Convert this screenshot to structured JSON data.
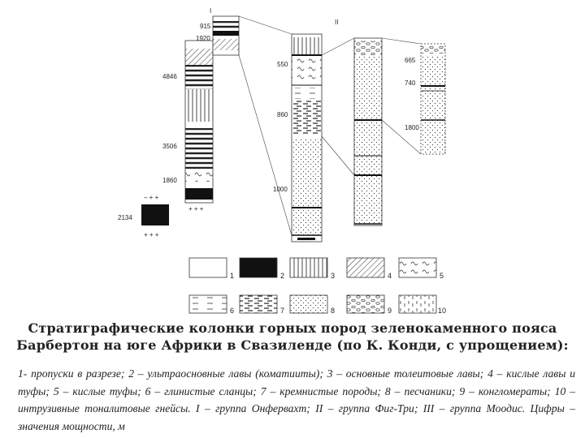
{
  "columns": {
    "col1": {
      "label": "I",
      "thicknesses": [
        "915",
        "1920",
        "4846",
        "3506",
        "1860"
      ],
      "basement_thickness": "2134"
    },
    "col2": {
      "label": "II",
      "thicknesses": [
        "550",
        "860",
        "1000"
      ]
    },
    "col3": {
      "thicknesses": [
        "665",
        "740",
        "1800"
      ]
    },
    "cross_mark": "+ + +"
  },
  "legend": {
    "items": [
      {
        "num": "1"
      },
      {
        "num": "2"
      },
      {
        "num": "3"
      },
      {
        "num": "4"
      },
      {
        "num": "5"
      },
      {
        "num": "6"
      },
      {
        "num": "7"
      },
      {
        "num": "8"
      },
      {
        "num": "9"
      },
      {
        "num": "10"
      }
    ]
  },
  "caption": {
    "title_line1": "Стратиграфические колонки горных пород зеленокаменного пояса",
    "title_line2": "Барбертон на юге Африки в Свазиленде (по К. Конди, с упрощением):",
    "text": "1- пропуски в разрезе; 2 – ультраосновные лавы (коматииты); 3 – основные толеитовые лавы; 4 – кислые лавы и туфы; 5 – кислые туфы; 6 – глинистые сланцы; 7 – кремнистые породы; 8 – песчаники; 9 – конгломераты; 10 – интрузивные тоналитовые гнейсы. I – группа Онфервахт; II – группа Фиг-Три; III – группа Моодис. Цифры – значения мощности, м"
  }
}
